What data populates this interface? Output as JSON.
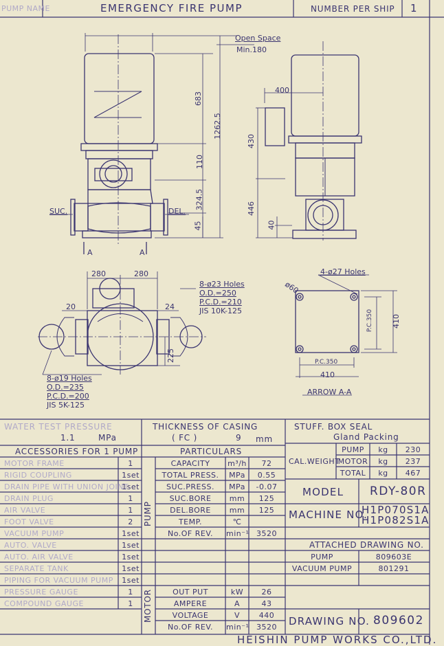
{
  "header": {
    "pump_name_label": "PUMP NAME",
    "title": "EMERGENCY FIRE PUMP",
    "number_per_ship_label": "NUMBER PER SHIP",
    "number_per_ship": "1"
  },
  "drawing": {
    "open_space": "Open Space",
    "open_space_min": "Min.180",
    "dim_683": "683",
    "dim_1262_5": "1262.5",
    "dim_110": "110",
    "dim_324_5": "324.5",
    "dim_45": "45",
    "suc": "SUC.",
    "del": "DEL.",
    "section_a_left": "A",
    "section_a_right": "A",
    "dim_400": "400",
    "dim_430": "430",
    "dim_446": "446",
    "dim_40": "40",
    "dim_280_left": "280",
    "dim_280_right": "280",
    "dim_20": "20",
    "dim_24": "24",
    "dim_225": "225",
    "del_flange_holes": "8-ø23 Holes",
    "del_flange_od": "O.D.=250",
    "del_flange_pcd": "P.C.D.=210",
    "del_flange_std": "JIS 10K-125",
    "suc_flange_holes": "8-ø19 Holes",
    "suc_flange_od": "O.D.=235",
    "suc_flange_pcd": "P.C.D.=200",
    "suc_flange_std": "JIS 5K-125",
    "base_holes": "4-ø27 Holes",
    "base_dim_60": "ø60",
    "base_pcd_350_v": "P.C.350",
    "base_410_v": "410",
    "base_pcd_350_h": "P.C.350",
    "base_410_h": "410",
    "arrow_view": "ARROW A-A"
  },
  "water_test": {
    "label": "WATER TEST PRESSURE",
    "value": "1.1",
    "unit": "MPa"
  },
  "casing": {
    "label": "THICKNESS OF CASING",
    "material": "( FC )",
    "value": "9",
    "unit": "mm"
  },
  "stuff_box": {
    "label": "STUFF. BOX SEAL",
    "value": "Gland Packing"
  },
  "accessories": {
    "title": "ACCESSORIES FOR 1 PUMP",
    "items": [
      {
        "name": "MOTOR FRAME",
        "qty": "1"
      },
      {
        "name": "RIGID COUPLING",
        "qty": "1set"
      },
      {
        "name": "DRAIN PIPE WITH UNION JOINT",
        "qty": "1set"
      },
      {
        "name": "DRAIN PLUG",
        "qty": "1"
      },
      {
        "name": "AIR VALVE",
        "qty": "1"
      },
      {
        "name": "FOOT VALVE",
        "qty": "2"
      },
      {
        "name": "VACUUM PUMP",
        "qty": "1set"
      },
      {
        "name": "AUTO. VALVE",
        "qty": "1set"
      },
      {
        "name": "AUTO. AIR VALVE",
        "qty": "1set"
      },
      {
        "name": "SEPARATE TANK",
        "qty": "1set"
      },
      {
        "name": "PIPING FOR VACUUM PUMP",
        "qty": "1set"
      },
      {
        "name": "PRESSURE GAUGE",
        "qty": "1"
      },
      {
        "name": "COMPOUND GAUGE",
        "qty": "1"
      }
    ]
  },
  "particulars": {
    "title": "PARTICULARS",
    "pump_group": "PUMP",
    "motor_group": "MOTOR",
    "pump_rows": [
      {
        "name": "CAPACITY",
        "unit": "m³/h",
        "value": "72"
      },
      {
        "name": "TOTAL PRESS.",
        "unit": "MPa",
        "value": "0.55"
      },
      {
        "name": "SUC.PRESS.",
        "unit": "MPa",
        "value": "-0.07"
      },
      {
        "name": "SUC.BORE",
        "unit": "mm",
        "value": "125"
      },
      {
        "name": "DEL.BORE",
        "unit": "mm",
        "value": "125"
      },
      {
        "name": "TEMP.",
        "unit": "℃",
        "value": ""
      },
      {
        "name": "No.OF REV.",
        "unit": "min⁻¹",
        "value": "3520"
      }
    ],
    "motor_rows": [
      {
        "name": "OUT PUT",
        "unit": "kW",
        "value": "26"
      },
      {
        "name": "AMPERE",
        "unit": "A",
        "value": "43"
      },
      {
        "name": "VOLTAGE",
        "unit": "V",
        "value": "440"
      },
      {
        "name": "No.OF REV.",
        "unit": "min⁻¹",
        "value": "3520"
      }
    ]
  },
  "cal_weight": {
    "label": "CAL.WEIGHT",
    "rows": [
      {
        "name": "PUMP",
        "unit": "kg",
        "value": "230"
      },
      {
        "name": "MOTOR",
        "unit": "kg",
        "value": "237"
      },
      {
        "name": "TOTAL",
        "unit": "kg",
        "value": "467"
      }
    ]
  },
  "model": {
    "label": "MODEL",
    "value": "RDY-80R"
  },
  "machine": {
    "label": "MACHINE NO.",
    "value1": "H1P070S1A",
    "value2": "H1P082S1A"
  },
  "attached": {
    "title": "ATTACHED DRAWING NO.",
    "rows": [
      {
        "name": "PUMP",
        "value": "809603E"
      },
      {
        "name": "VACUUM PUMP",
        "value": "801291"
      }
    ]
  },
  "drawing_no": {
    "label": "DRAWING NO.",
    "value": "809602"
  },
  "footer": {
    "company": "HEISHIN PUMP WORKS CO.,LTD."
  }
}
